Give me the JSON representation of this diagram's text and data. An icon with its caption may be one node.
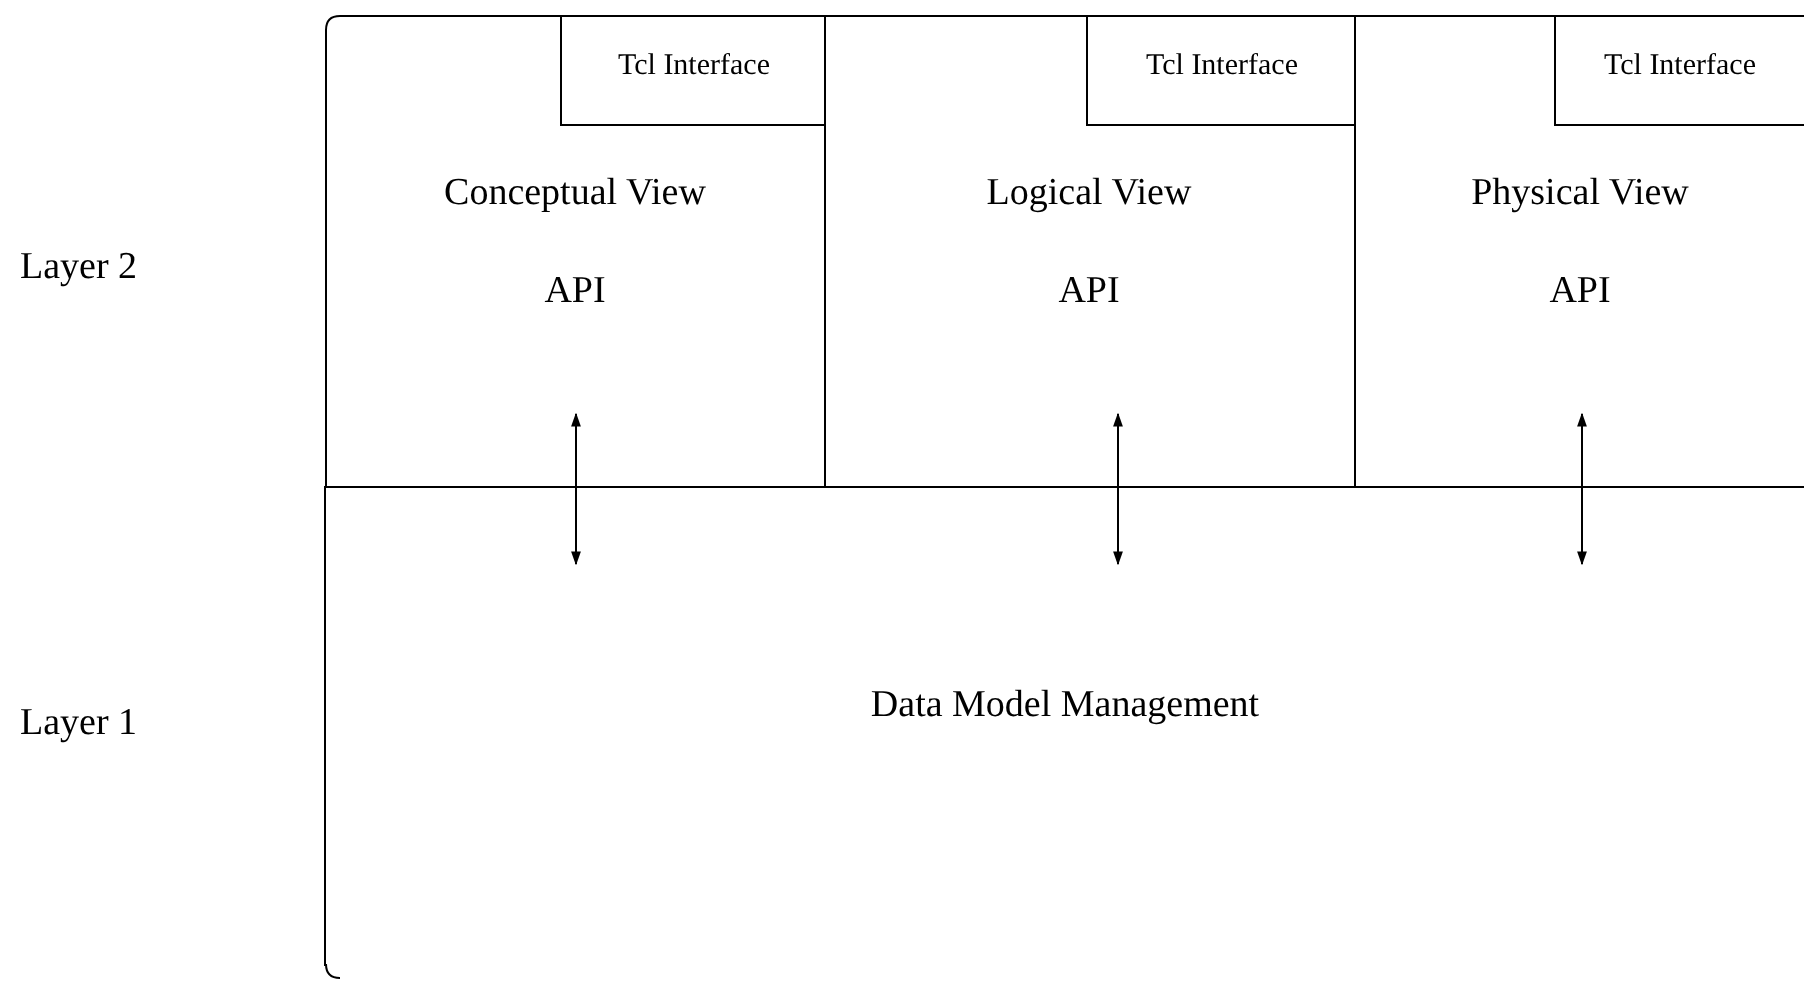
{
  "diagram": {
    "nodes": [
      {
        "text": [
          "Conceptual View",
          "API"
        ]
      },
      {
        "text": [
          "Tcl Interface"
        ],
        "in": 0
      },
      {
        "text": [
          "Logical View",
          "API"
        ]
      },
      {
        "text": [
          "Tcl Interface"
        ],
        "in": 2
      },
      {
        "text": [
          "Physical View",
          "API"
        ]
      },
      {
        "text": [
          "Tcl Interface"
        ],
        "in": 4
      },
      {
        "text": [
          "Data Model Management"
        ]
      }
    ],
    "edges": [
      {
        "from": 0,
        "to": 6,
        "arrow": "both"
      },
      {
        "from": 2,
        "to": 6,
        "arrow": "both"
      },
      {
        "from": 4,
        "to": 6,
        "arrow": "both"
      }
    ],
    "labels": [
      "Layer 2",
      "Layer 1"
    ]
  }
}
